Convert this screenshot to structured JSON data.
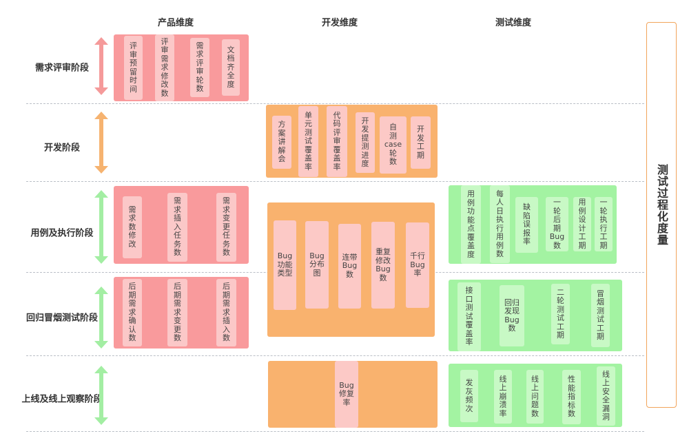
{
  "columns": [
    "产品维度",
    "开发维度",
    "测试维度"
  ],
  "rows": [
    "需求评审阶段",
    "开发阶段",
    "用例及执行阶段",
    "回归冒烟测试阶段",
    "上线及线上观察阶段"
  ],
  "side_title": "测试过程化度量",
  "colors": {
    "pink_group": "#f99a9c",
    "pink_card": "#fbc8c8",
    "orange_group": "#f9b26e",
    "orange_card": "#fcc9c6",
    "green_group": "#a3f3a2",
    "green_card": "#c8f9c5",
    "arrow_pink": "#f59a9a",
    "arrow_orange": "#f6b370",
    "arrow_green": "#a3eea3"
  },
  "groups": {
    "product_review": [
      "评\n审\n预\n留\n时\n间",
      "评\n审\n需\n求\n修\n改\n数",
      "需\n求\n评\n审\n轮\n数",
      "文\n档\n齐\n全\n度"
    ],
    "dev_dev": [
      "方\n案\n讲\n解\n会",
      "单\n元\n测\n试\n覆\n盖\n率",
      "代\n码\n评\n审\n覆\n盖\n率",
      "开\n发\n提\n测\n进\n度",
      "自\n测\ncase\n轮\n数",
      "开\n发\n工\n期"
    ],
    "product_case": [
      "需\n求\n数\n修\n改",
      "需\n求\n插\n入\n任\n务\n数",
      "需\n求\n变\n更\n任\n务\n数"
    ],
    "product_regress": [
      "后\n期\n需\n求\n确\n认\n数",
      "后\n期\n需\n求\n变\n更\n数",
      "后\n期\n需\n求\n插\n入\n数"
    ],
    "dev_bug": [
      "Bug\n功能\n类型",
      "Bug\n分布\n图",
      "连带\nBug\n数",
      "重复\n修改\nBug\n数",
      "千行\nBug\n率"
    ],
    "dev_online": [
      "Bug\n修复\n率"
    ],
    "test_case": [
      "用\n例\n功\n能\n点\n覆\n盖\n度",
      "每\n人\n日\n执\n行\n用\n例\n数",
      "缺\n陷\n误\n报\n率",
      "一\n轮\n后\n期\nBug\n数",
      "用\n例\n设\n计\n工\n期",
      "一\n轮\n执\n行\n工\n期"
    ],
    "test_regress": [
      "接\n口\n测\n试\n覆\n盖\n率",
      "回归\n发现\nBug\n数",
      "二\n轮\n测\n试\n工\n期",
      "冒\n烟\n测\n试\n工\n期"
    ],
    "test_online": [
      "发\n灰\n频\n次",
      "线\n上\n崩\n溃\n率",
      "线\n上\n问\n题\n数",
      "性\n能\n指\n标\n数",
      "线\n上\n安\n全\n漏\n洞"
    ]
  }
}
